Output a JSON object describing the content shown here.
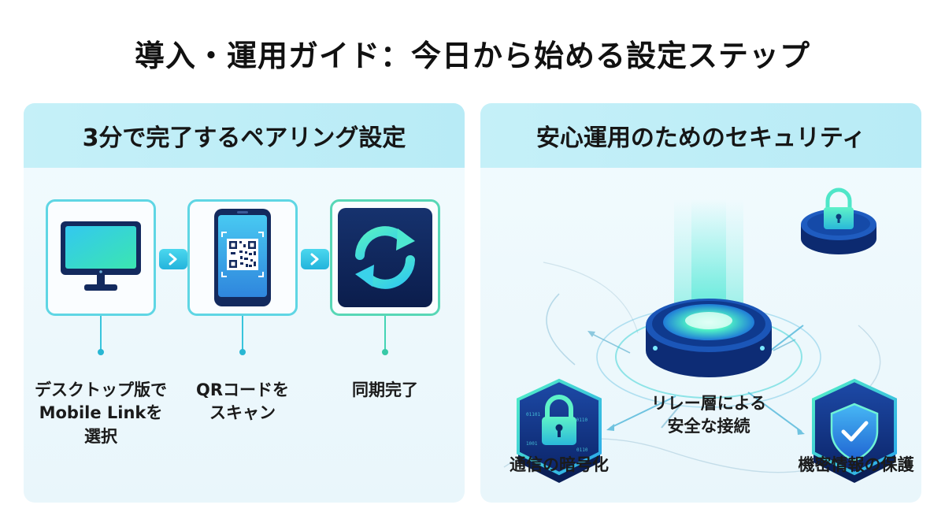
{
  "title": "導入・運用ガイド：今日から始める設定ステップ",
  "pairing": {
    "heading": "3分で完了するペアリング設定",
    "steps": [
      {
        "icon": "desktop-monitor-icon",
        "lines": [
          "デスクトップ版で",
          "Mobile Linkを",
          "選択"
        ]
      },
      {
        "icon": "phone-qr-code-icon",
        "lines": [
          "QRコードを",
          "スキャン"
        ]
      },
      {
        "icon": "sync-arrows-icon",
        "lines": [
          "同期完了"
        ]
      }
    ]
  },
  "security": {
    "heading": "安心運用のためのセキュリティ",
    "center_lines": [
      "リレー層による",
      "安全な接続"
    ],
    "encryption_label": "通信の暗号化",
    "protection_label": "機密情報の保護",
    "icons": {
      "hub": "relay-hub-icon",
      "encryption": "padlock-icon",
      "protection": "shield-check-icon",
      "top": "small-lock-icon"
    }
  },
  "colors": {
    "accent_cyan": "#39c5dc",
    "accent_green": "#3fe0a8",
    "navy": "#0f2a6b",
    "header_bg": "#c5f0f8"
  }
}
